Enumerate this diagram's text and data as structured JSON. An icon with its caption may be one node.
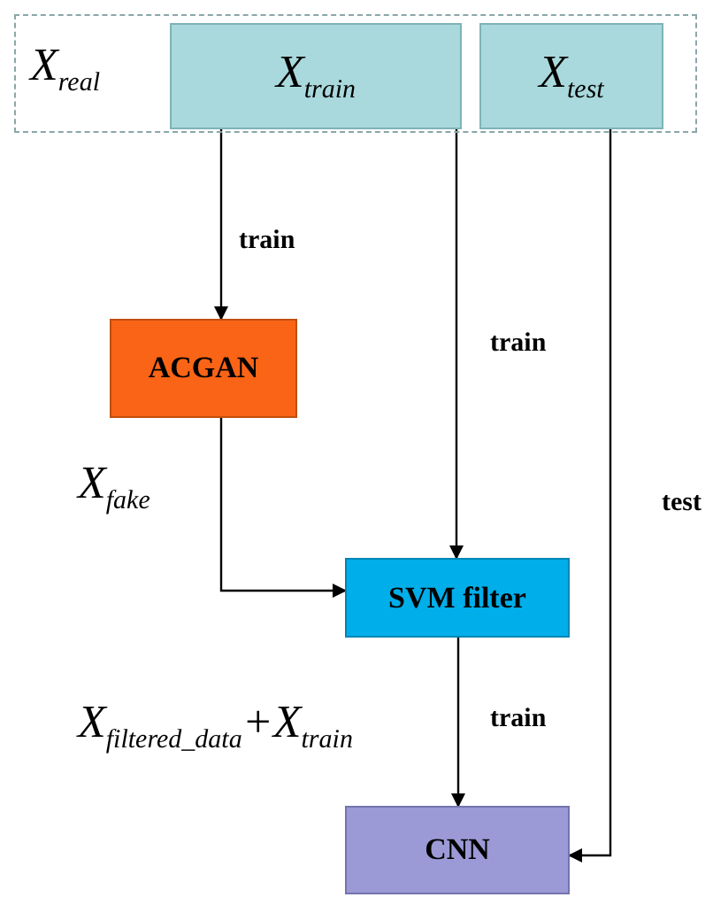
{
  "diagram": {
    "nodes": [
      {
        "text": [
          "X$_{real}$"
        ]
      },
      {
        "text": [
          "X$_{train}$"
        ],
        "in": 0
      },
      {
        "text": [
          "X$_{test}$"
        ],
        "in": 0
      },
      {
        "text": [
          "ACGAN"
        ]
      },
      {
        "text": [
          "SVM filter"
        ]
      },
      {
        "text": [
          "CNN"
        ]
      }
    ],
    "edges": [
      {
        "from": 1,
        "to": 3,
        "arrow": "to",
        "label": "train"
      },
      {
        "from": 1,
        "to": 4,
        "arrow": "to",
        "label": "train"
      },
      {
        "from": 3,
        "to": 4,
        "arrow": "to",
        "label": "X$_{fake}$"
      },
      {
        "from": 2,
        "to": 5,
        "arrow": "to",
        "label": "test"
      },
      {
        "from": 4,
        "to": 5,
        "arrow": "to",
        "label": "train"
      }
    ],
    "labels": [
      "X$_{filtered_data}$+X$_{train}$"
    ]
  }
}
